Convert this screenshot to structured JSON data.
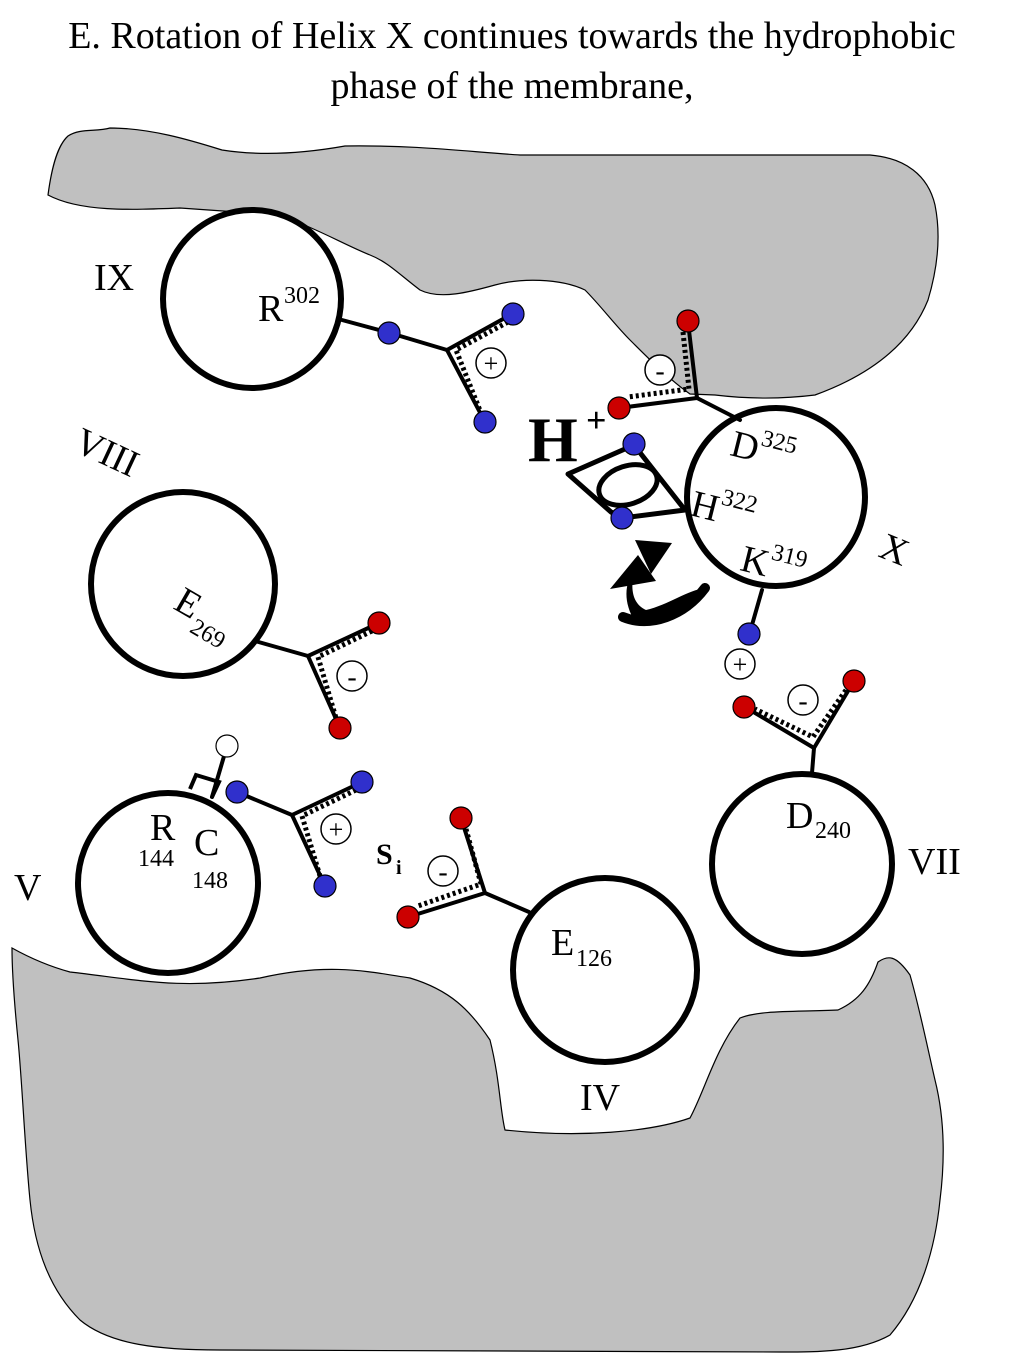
{
  "title": {
    "line1": "E. Rotation of Helix X continues towards the hydrophobic",
    "line2": "phase of the membrane,"
  },
  "colors": {
    "membrane": "#c0c0c0",
    "oxygen": "#cc0000",
    "nitrogen": "#3030cc",
    "hydrogen": "#ffffff",
    "proton": "#008000",
    "substrate": "#9a1a9a"
  },
  "helices": {
    "ix": "IX",
    "viii": "VIII",
    "x": "X",
    "v": "V",
    "vii": "VII",
    "iv": "IV"
  },
  "residues": {
    "r302": {
      "letter": "R",
      "num": "302"
    },
    "d325": {
      "letter": "D",
      "num": "325"
    },
    "h322": {
      "letter": "H",
      "num": "322"
    },
    "k319": {
      "letter": "K",
      "num": "319"
    },
    "e269": {
      "letter": "E",
      "num": "269"
    },
    "r144": {
      "letter": "R",
      "num": "144"
    },
    "c148": {
      "letter": "C",
      "num": "148"
    },
    "d240": {
      "letter": "D",
      "num": "240"
    },
    "e126": {
      "letter": "E",
      "num": "126"
    }
  },
  "proton": {
    "letter": "H",
    "sup": "+"
  },
  "substrate": {
    "letter": "S",
    "sub": "i"
  },
  "charges": {
    "plus": "+",
    "minus": "-"
  }
}
